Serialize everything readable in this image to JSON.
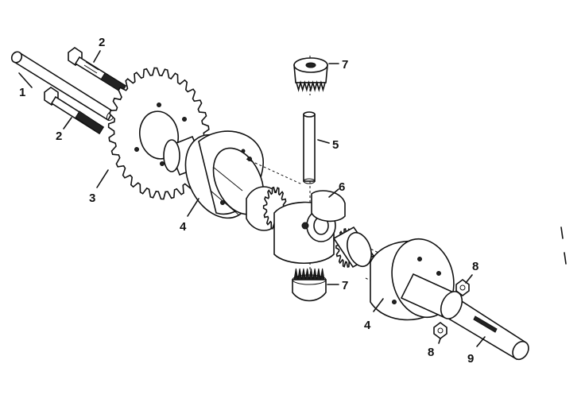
{
  "callouts": [
    {
      "id": "c1",
      "label": "1"
    },
    {
      "id": "c2a",
      "label": "2"
    },
    {
      "id": "c2b",
      "label": "2"
    },
    {
      "id": "c3",
      "label": "3"
    },
    {
      "id": "c4a",
      "label": "4"
    },
    {
      "id": "c4b",
      "label": "4"
    },
    {
      "id": "c5",
      "label": "5"
    },
    {
      "id": "c6",
      "label": "6"
    },
    {
      "id": "c7a",
      "label": "7"
    },
    {
      "id": "c7b",
      "label": "7"
    },
    {
      "id": "c8a",
      "label": "8"
    },
    {
      "id": "c8b",
      "label": "8"
    },
    {
      "id": "c9",
      "label": "9"
    }
  ]
}
